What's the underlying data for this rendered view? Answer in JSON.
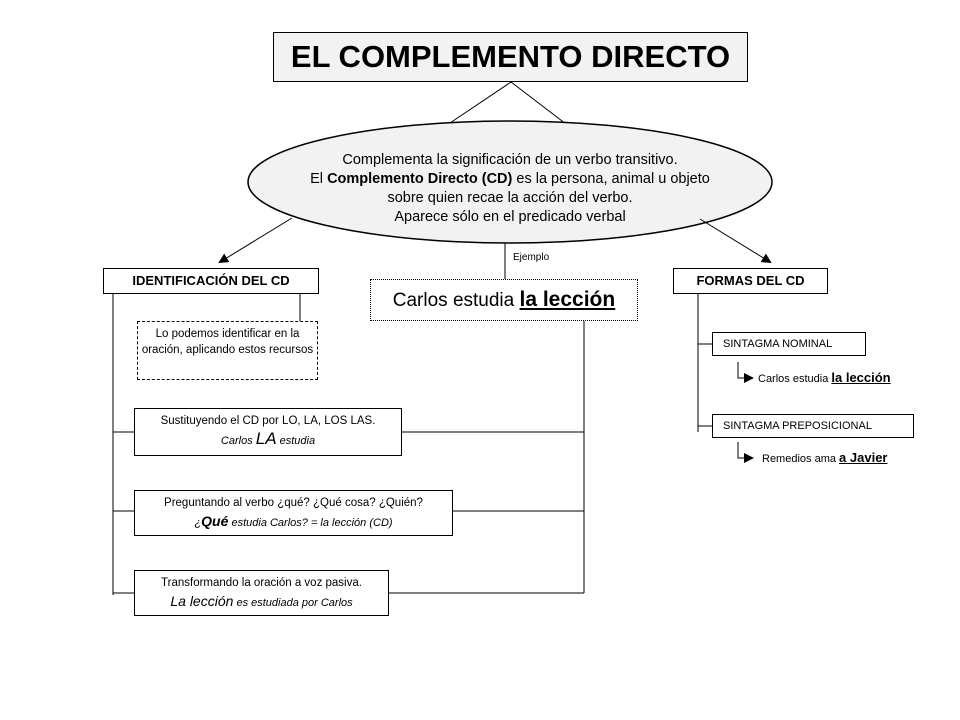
{
  "title": "EL COMPLEMENTO DIRECTO",
  "definition": {
    "line1": "Complementa la significación de un verbo transitivo.",
    "line2_pre": "El ",
    "line2_bold": "Complemento Directo (CD)",
    "line2_post": " es la persona, animal u objeto",
    "line3": "sobre quien recae la acción del verbo.",
    "line4": "Aparece sólo en el predicado verbal"
  },
  "ejemplo_label": "Ejemplo",
  "example": {
    "prefix": "Carlos estudia ",
    "cd": "la lección"
  },
  "identificacion": {
    "header": "IDENTIFICACIÓN DEL CD",
    "intro": "Lo podemos identificar en la oración, aplicando estos recursos",
    "method1": {
      "text": "Sustituyendo el CD por LO, LA, LOS LAS.",
      "ex_pre": "Carlos ",
      "ex_big": "LA",
      "ex_post": " estudia"
    },
    "method2": {
      "text": "Preguntando al verbo ¿qué? ¿Qué cosa? ¿Quién?",
      "ex_pre": "¿",
      "ex_big": "Qué",
      "ex_post": " estudia Carlos? = la lección (CD)"
    },
    "method3": {
      "text": "Transformando la oración a voz pasiva.",
      "ex_big": "La lección",
      "ex_post": " es estudiada por Carlos"
    }
  },
  "formas": {
    "header": "FORMAS DEL CD",
    "nominal": {
      "label": "SINTAGMA NOMINAL",
      "ex_pre": "Carlos estudia ",
      "ex_cd": "la lección"
    },
    "preposicional": {
      "label": "SINTAGMA PREPOSICIONAL",
      "ex_pre": "Remedios ama ",
      "ex_cd": "a Javier"
    }
  }
}
